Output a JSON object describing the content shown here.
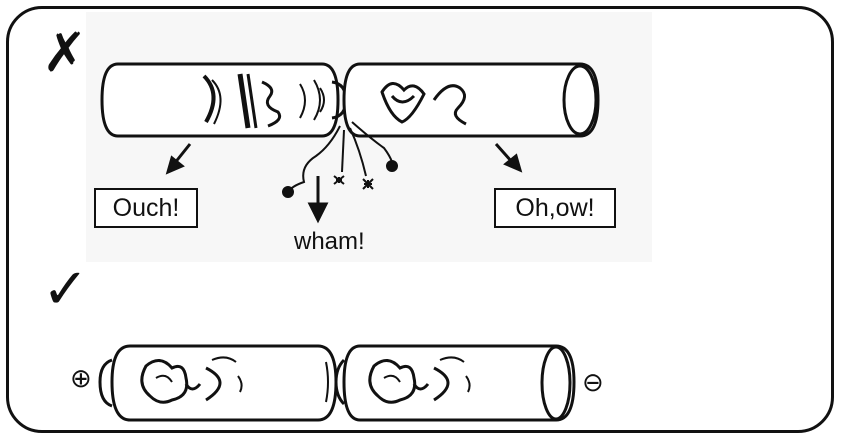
{
  "wrong_example": {
    "mark": "✗",
    "mark_icon": "cross-mark-icon",
    "left_label": "Ouch!",
    "center_label": "wham!",
    "right_label": "Oh,ow!"
  },
  "right_example": {
    "mark": "✓",
    "mark_icon": "check-mark-icon",
    "positive_symbol": "⊕",
    "negative_symbol": "⊖"
  },
  "colors": {
    "ink": "#111111",
    "background": "#ffffff"
  }
}
